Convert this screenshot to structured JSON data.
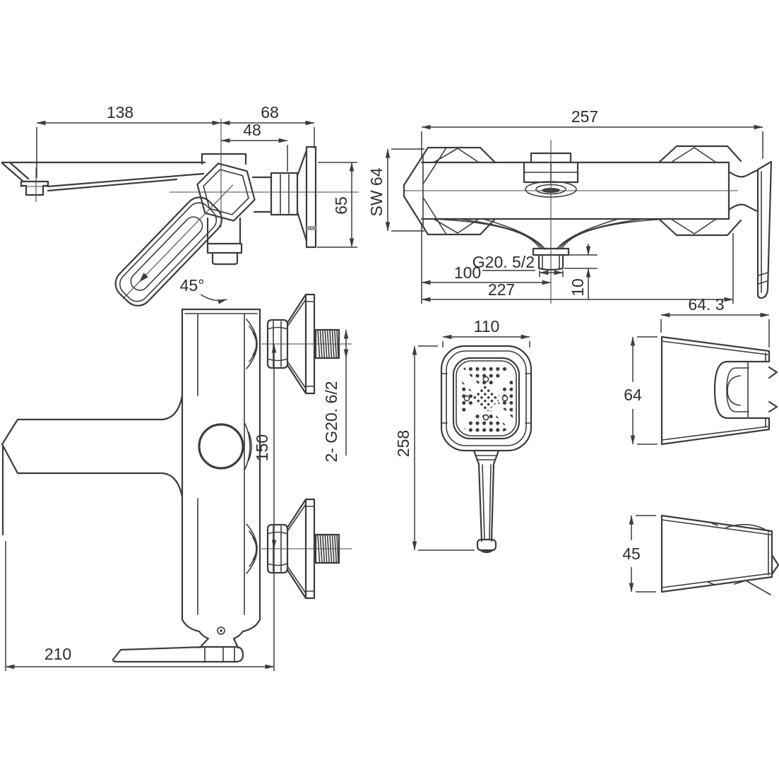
{
  "drawing": {
    "background": "#ffffff",
    "line_color": "#3c3c3c",
    "views": {
      "side": {
        "spout_reach": "138",
        "wall_offset": "68",
        "nut_offset": "48",
        "flange_height": "65",
        "handle_angle": "45°"
      },
      "front": {
        "total_width": "257",
        "hex_width": "SW 64",
        "outlet_thread": "G20. 5/2",
        "outlet_offset": "100",
        "body_width": "227",
        "outlet_height": "10"
      },
      "top": {
        "inlet_spacing": "150",
        "inlet_thread": "2- G20. 6/2",
        "spout_length": "210"
      },
      "handshower": {
        "head_width": "110",
        "length": "258"
      },
      "bracket_top": {
        "width": "64. 3",
        "depth": "64"
      },
      "bracket_side": {
        "height": "45"
      }
    }
  }
}
